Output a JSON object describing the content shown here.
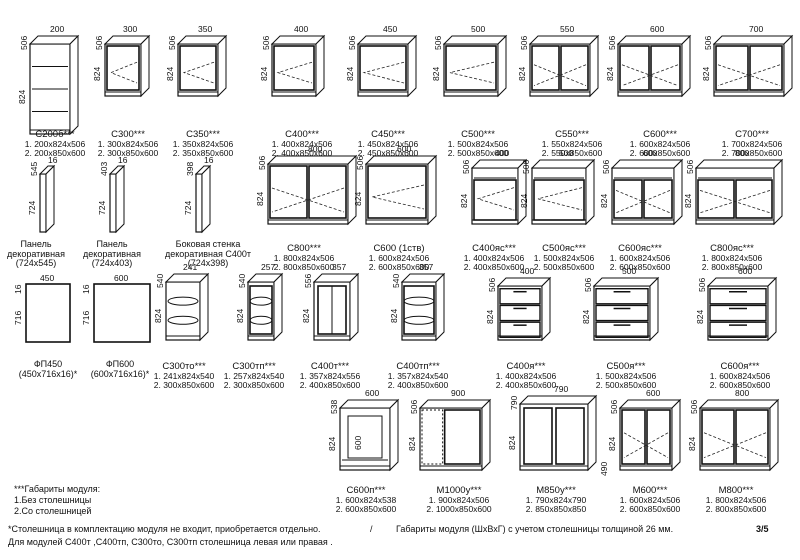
{
  "items": {
    "c200": {
      "name": "C200б***",
      "dims": {
        "depth": "506",
        "width": "200",
        "height": "824"
      },
      "sizes": [
        "1. 200x824x506",
        "2. 200x850x600"
      ]
    },
    "c300": {
      "name": "C300***",
      "dims": {
        "depth": "506",
        "width": "300",
        "height": "824"
      },
      "sizes": [
        "1. 300x824x506",
        "2. 300x850x600"
      ]
    },
    "c350": {
      "name": "C350***",
      "dims": {
        "depth": "506",
        "width": "350",
        "height": "824"
      },
      "sizes": [
        "1. 350x824x506",
        "2. 350x850x600"
      ]
    },
    "c400": {
      "name": "C400***",
      "dims": {
        "depth": "506",
        "width": "400",
        "height": "824"
      },
      "sizes": [
        "1. 400x824x506",
        "2. 400x850x600"
      ]
    },
    "c450": {
      "name": "C450***",
      "dims": {
        "depth": "506",
        "width": "450",
        "height": "824"
      },
      "sizes": [
        "1. 450x824x506",
        "2. 450x850x600"
      ]
    },
    "c500": {
      "name": "C500***",
      "dims": {
        "depth": "506",
        "width": "500",
        "height": "824"
      },
      "sizes": [
        "1. 500x824x506",
        "2. 500x850x600"
      ]
    },
    "c550": {
      "name": "C550***",
      "dims": {
        "depth": "506",
        "width": "550",
        "height": "824"
      },
      "sizes": [
        "1. 550x824x506",
        "2. 550x850x600"
      ]
    },
    "c600": {
      "name": "C600***",
      "dims": {
        "depth": "506",
        "width": "600",
        "height": "824"
      },
      "sizes": [
        "1. 600x824x506",
        "2. 600x850x600"
      ]
    },
    "c700": {
      "name": "C700***",
      "dims": {
        "depth": "506",
        "width": "700",
        "height": "824"
      },
      "sizes": [
        "1. 700x824x506",
        "2. 700x850x600"
      ]
    },
    "p545": {
      "labels": [
        "Панель",
        "декоративная",
        "(724x545)"
      ],
      "dims": {
        "depth": "545",
        "width": "16",
        "height": "724"
      }
    },
    "p403": {
      "labels": [
        "Панель",
        "декоративная",
        "(724x403)"
      ],
      "dims": {
        "depth": "403",
        "width": "16",
        "height": "724"
      }
    },
    "p398": {
      "labels": [
        "Боковая стенка",
        "декоративная С400т",
        "(724x398)"
      ],
      "dims": {
        "depth": "398",
        "width": "16",
        "height": "724"
      }
    },
    "c800": {
      "name": "C800***",
      "dims": {
        "depth": "506",
        "width": "800",
        "height": "824"
      },
      "sizes": [
        "1. 800x824x506",
        "2. 800x850x600"
      ]
    },
    "c600stv": {
      "name": "C600 (1ств)",
      "dims": {
        "depth": "506",
        "width": "600",
        "height": "824"
      },
      "sizes": [
        "1. 600x824x506",
        "2. 600x850x600"
      ]
    },
    "c400ys": {
      "name": "C400яс***",
      "dims": {
        "depth": "506",
        "width": "400",
        "height": "824"
      },
      "sizes": [
        "1. 400x824x506",
        "2. 400x850x600"
      ]
    },
    "c500ys": {
      "name": "C500яс***",
      "dims": {
        "depth": "506",
        "width": "500",
        "height": "824"
      },
      "sizes": [
        "1. 500x824x506",
        "2. 500x850x600"
      ]
    },
    "c600ys": {
      "name": "C600яс***",
      "dims": {
        "depth": "506",
        "width": "600",
        "height": "824"
      },
      "sizes": [
        "1. 600x824x506",
        "2. 600x850x600"
      ]
    },
    "c800ys": {
      "name": "C800яс***",
      "dims": {
        "depth": "506",
        "width": "800",
        "height": "824"
      },
      "sizes": [
        "1. 800x824x506",
        "2. 800x850x600"
      ]
    },
    "fp450": {
      "labels": [
        "ФП450",
        "(450x716x16)*"
      ],
      "dims": {
        "depth": "16",
        "width": "450",
        "height": "716"
      }
    },
    "fp600": {
      "labels": [
        "ФП600",
        "(600x716x16)*"
      ],
      "dims": {
        "depth": "16",
        "width": "600",
        "height": "716"
      }
    },
    "c300to": {
      "name": "C300то***",
      "dims": {
        "depth": "540",
        "width": "241",
        "height": "824"
      },
      "sizes": [
        "1. 241x824x540",
        "2. 300x850x600"
      ]
    },
    "c300tp": {
      "name": "C300тп***",
      "dims": {
        "depth": "540",
        "width": "257",
        "height": "824"
      },
      "sizes": [
        "1. 257x824x540",
        "2. 300x850x600"
      ]
    },
    "c400t": {
      "name": "C400т***",
      "dims": {
        "depth": "556",
        "width": "357",
        "height": "824"
      },
      "sizes": [
        "1. 357x824x556",
        "2. 400x850x600"
      ]
    },
    "c400tp": {
      "name": "C400тп***",
      "dims": {
        "depth": "540",
        "width": "357",
        "height": "824"
      },
      "sizes": [
        "1. 357x824x540",
        "2. 400x850x600"
      ]
    },
    "c400ya": {
      "name": "C400я***",
      "dims": {
        "depth": "506",
        "width": "400",
        "height": "824"
      },
      "sizes": [
        "1. 400x824x506",
        "2. 400x850x600"
      ]
    },
    "c500ya": {
      "name": "C500я***",
      "dims": {
        "depth": "506",
        "width": "500",
        "height": "824"
      },
      "sizes": [
        "1. 500x824x506",
        "2. 500x850x600"
      ]
    },
    "c600ya": {
      "name": "C600я***",
      "dims": {
        "depth": "506",
        "width": "600",
        "height": "824"
      },
      "sizes": [
        "1. 600x824x506",
        "2. 600x850x600"
      ]
    },
    "c600p": {
      "name": "C600п***",
      "dims": {
        "depth": "538",
        "width": "600",
        "height": "824",
        "inner": "600"
      },
      "sizes": [
        "1. 600x824x538",
        "2. 600x850x600"
      ]
    },
    "m1000": {
      "name": "M1000у***",
      "dims": {
        "depth": "506",
        "width": "900",
        "height": "824"
      },
      "sizes": [
        "1. 900x824x506",
        "2. 1000x850x600"
      ]
    },
    "m850": {
      "name": "M850у***",
      "dims": {
        "depth": "790",
        "width": "790",
        "height": "824",
        "side": "490"
      },
      "sizes": [
        "1. 790x824x790",
        "2. 850x850x850"
      ]
    },
    "m600": {
      "name": "M600***",
      "dims": {
        "depth": "506",
        "width": "600",
        "height": "824"
      },
      "sizes": [
        "1. 600x824x506",
        "2. 600x850x600"
      ]
    },
    "m800": {
      "name": "M800***",
      "dims": {
        "depth": "506",
        "width": "800",
        "height": "824"
      },
      "sizes": [
        "1. 800x824x506",
        "2. 800x850x600"
      ]
    }
  },
  "notes": {
    "gab_title": "***Габариты модуля:",
    "gab_1": "1.Без столешницы",
    "gab_2": "2.Со столешницей",
    "footnote_1": "*Столешница в комплектацию модуля не входит, приобретается отдельно.",
    "slash": "/",
    "footnote_right": "Габариты модуля (ШхВхГ) с учетом столешницы толщиной 26 мм.",
    "footnote_2": "Для модулей С400т ,С400тп, С300то, С300тп столешница левая или правая .",
    "page": "3/5"
  }
}
